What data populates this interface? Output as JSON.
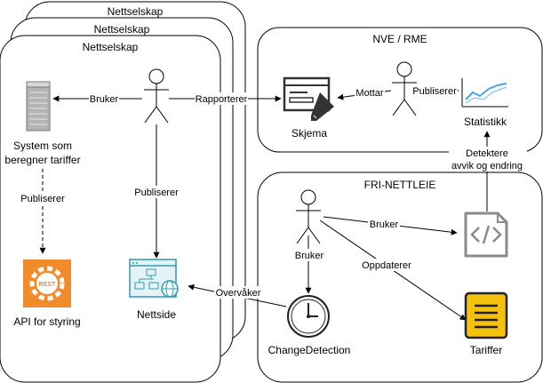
{
  "title_back2": "Nettselskap",
  "title_back1": "Nettselskap",
  "title_front": "Nettselskap",
  "nve_title": "NVE / RME",
  "fri_title": "FRI-NETTLEIE",
  "system_label_1": "System som",
  "system_label_2": "beregner tariffer",
  "api_label": "API for styring",
  "website_label": "Nettside",
  "schema_label": "Skjema",
  "statistics_label": "Statistikk",
  "changedetection_label": "ChangeDetection",
  "tariffs_label": "Tariffer",
  "rest_badge": "REST",
  "edges": {
    "uses_system": "Bruker",
    "publishes_api": "Publiserer",
    "publishes_web": "Publiserer",
    "reports": "Rapporterer",
    "receives": "Mottar",
    "publishes_stats": "Publiserer",
    "detect_1": "Detektere",
    "detect_2": "avvik og endring",
    "uses_code": "Bruker",
    "uses_cd": "Bruker",
    "updates": "Oppdaterer",
    "monitors": "Overvåker"
  },
  "colors": {
    "stroke": "#000000",
    "rest_orange": "#F28B2C",
    "tariff_yellow": "#F4C20D",
    "web_teal": "#2E9CB0",
    "code_gray": "#8A8A8A",
    "server_gray": "#9A9A9A"
  }
}
